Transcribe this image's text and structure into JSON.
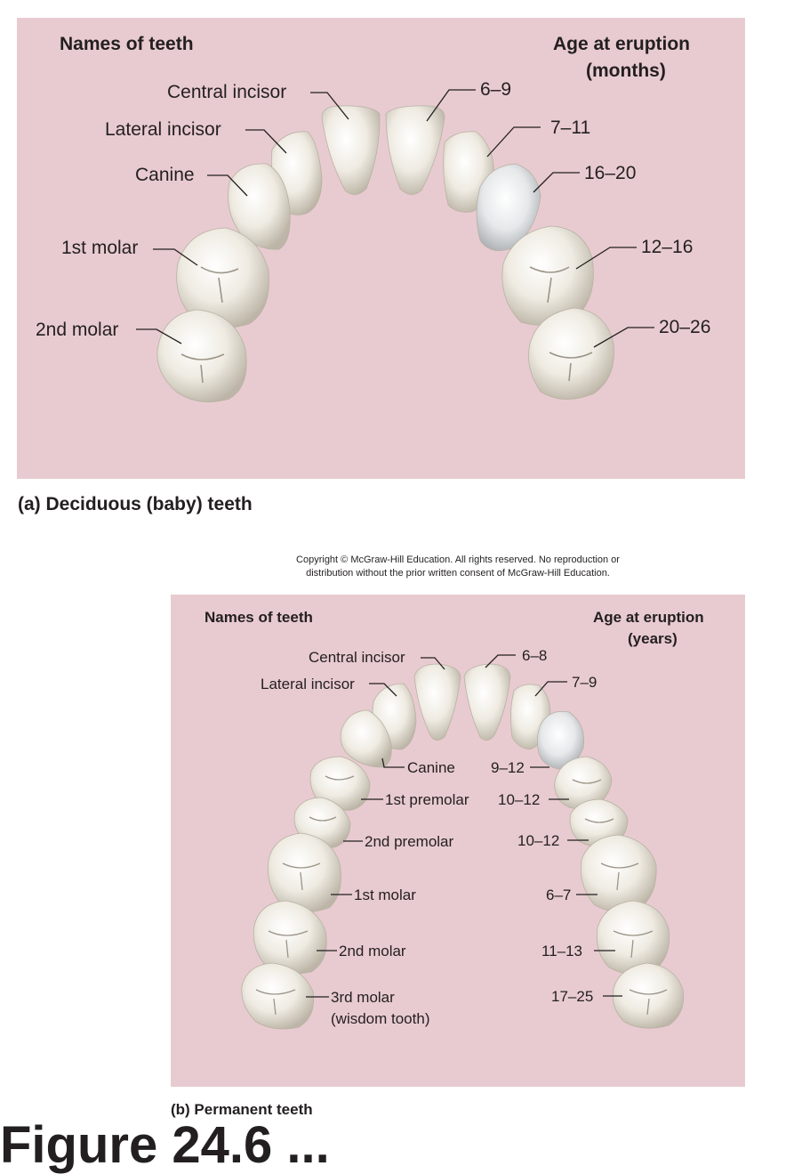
{
  "panel_a": {
    "header_left": "Names of teeth",
    "header_right_1": "Age at eruption",
    "header_right_2": "(months)",
    "teeth": [
      {
        "name": "Central incisor",
        "age": "6–9"
      },
      {
        "name": "Lateral incisor",
        "age": "7–11"
      },
      {
        "name": "Canine",
        "age": "16–20"
      },
      {
        "name": "1st molar",
        "age": "12–16"
      },
      {
        "name": "2nd molar",
        "age": "20–26"
      }
    ],
    "caption": "(a) Deciduous (baby) teeth"
  },
  "copyright": {
    "line1": "Copyright © McGraw-Hill Education. All rights reserved. No reproduction or",
    "line2": "distribution without the prior written consent of McGraw-Hill Education."
  },
  "panel_b": {
    "header_left": "Names of teeth",
    "header_right_1": "Age at eruption",
    "header_right_2": "(years)",
    "teeth": [
      {
        "name": "Central incisor",
        "age": "6–8"
      },
      {
        "name": "Lateral incisor",
        "age": "7–9"
      },
      {
        "name": "Canine",
        "age": "9–12"
      },
      {
        "name": "1st premolar",
        "age": "10–12"
      },
      {
        "name": "2nd premolar",
        "age": "10–12"
      },
      {
        "name": "1st molar",
        "age": "6–7"
      },
      {
        "name": "2nd molar",
        "age": "11–13"
      },
      {
        "name": "3rd molar",
        "name_line2": "(wisdom tooth)",
        "age": "17–25"
      }
    ],
    "caption": "(b) Permanent teeth"
  },
  "colors": {
    "panel_background": "#e8cbd0",
    "tooth_enamel": "#f4f1ea",
    "tooth_shadow": "#c7c1b4"
  },
  "page_title_partial": "Figure 24.6 ..."
}
